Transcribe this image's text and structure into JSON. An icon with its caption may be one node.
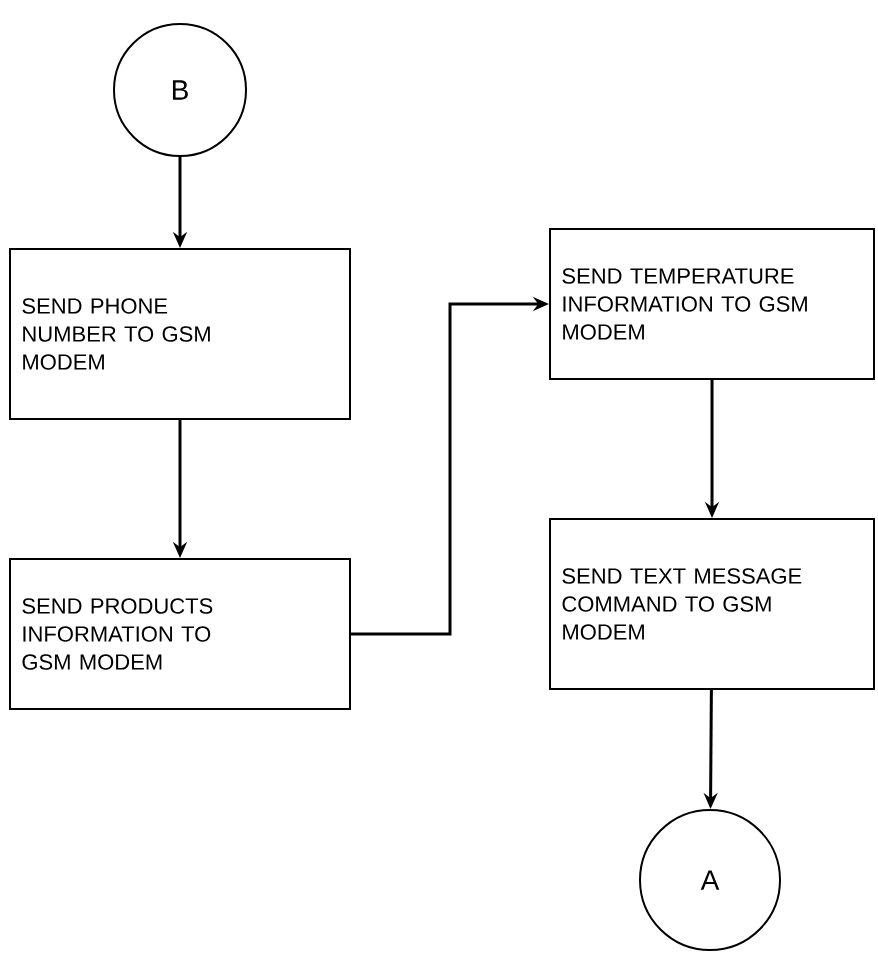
{
  "diagram": {
    "nodes": [
      {
        "text": [
          "B"
        ]
      },
      {
        "text": [
          "SEND PHONE NUMBER TO GSM MODEM"
        ]
      },
      {
        "text": [
          "SEND PRODUCTS INFORMATION TO GSM MODEM"
        ]
      },
      {
        "text": [
          "SEND TEMPERATURE INFORMATION TO GSM MODEM"
        ]
      },
      {
        "text": [
          "SEND TEXT MESSAGE COMMAND TO GSM MODEM"
        ]
      },
      {
        "text": [
          "A"
        ]
      }
    ],
    "edges": [
      {
        "from": 0,
        "to": 1,
        "arrow": "to"
      },
      {
        "from": 1,
        "to": 2,
        "arrow": "to"
      },
      {
        "from": 2,
        "to": 3,
        "arrow": "to"
      },
      {
        "from": 3,
        "to": 4,
        "arrow": "to"
      },
      {
        "from": 4,
        "to": 5,
        "arrow": "to"
      }
    ]
  }
}
